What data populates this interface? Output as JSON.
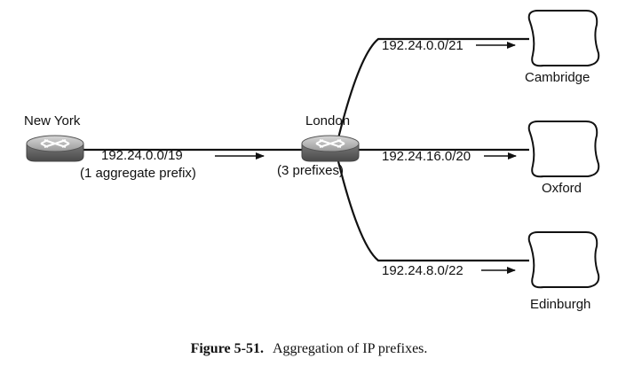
{
  "nodes": {
    "new_york": {
      "name": "New York"
    },
    "london": {
      "name": "London",
      "note": "(3 prefixes)"
    }
  },
  "link_ny_london": {
    "prefix": "192.24.0.0/19",
    "note": "(1 aggregate prefix)"
  },
  "sites": [
    {
      "name": "Cambridge",
      "prefix": "192.24.0.0/21"
    },
    {
      "name": "Oxford",
      "prefix": "192.24.16.0/20"
    },
    {
      "name": "Edinburgh",
      "prefix": "192.24.8.0/22"
    }
  ],
  "caption": {
    "label": "Figure 5-51.",
    "text": "Aggregation of IP prefixes."
  }
}
